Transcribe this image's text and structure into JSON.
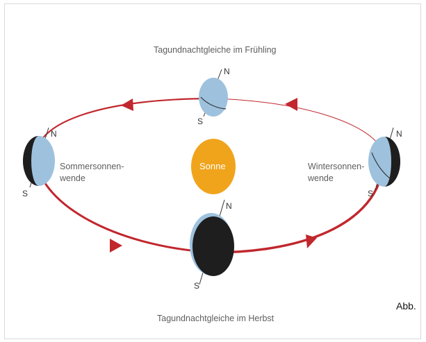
{
  "labels": {
    "spring": "Tagundnachtgleiche im Frühling",
    "autumn": "Tagundnachtgleiche im Herbst",
    "summer_line1": "Sommersonnen-",
    "summer_line2": "wende",
    "winter_line1": "Wintersonnen-",
    "winter_line2": "wende",
    "sun": "Sonne",
    "north": "N",
    "south": "S"
  },
  "caption": "Abb.",
  "colors": {
    "orbit": "#c1272d",
    "sun": "#f0a41c",
    "earth_day": "#9ec2de",
    "earth_night": "#1e1e1e"
  }
}
